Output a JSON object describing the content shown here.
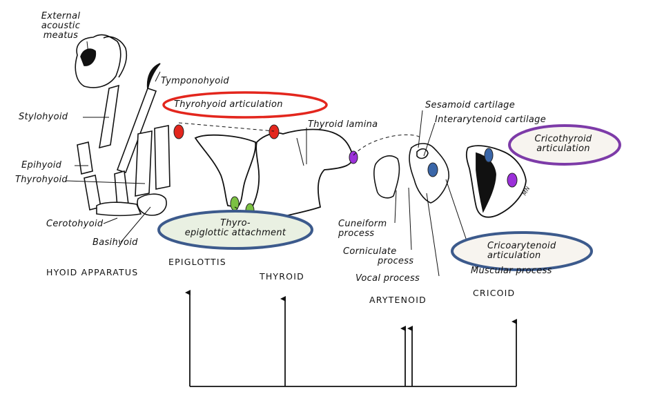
{
  "labels": {
    "external_acoustic_meatus": [
      "External",
      "acoustic",
      "meatus"
    ],
    "tymponohyoid": "Tymponohyoid",
    "stylohyoid": "Stylohyoid",
    "epihyoid": "Epihyoid",
    "thyrohyoid": "Thyrohyoid",
    "ceratohyoid": "Cerotohyoid",
    "basihyoid": "Basihyoid",
    "thyroid_lamina": "Thyroid lamina",
    "sesamoid_cartilage": "Sesamoid cartilage",
    "interarytenoid_cartilage": "Interarytenoid cartilage",
    "cuneiform_process": [
      "Cuneiform",
      "process"
    ],
    "corniculate_process": [
      "Corniculate",
      "process"
    ],
    "vocal_process": "Vocal process",
    "muscular_process": "Muscular process",
    "signature": "MN"
  },
  "callouts": {
    "thyrohyoid_articulation": "Thyrohyoid articulation",
    "cricothyroid_articulation": [
      "Cricothyroid",
      "articulation"
    ],
    "thyroepiglottic_attachment": [
      "Thyro-",
      "epiglottic attachment"
    ],
    "cricoarytenoid_articulation": [
      "Cricoarytenoid",
      "articulation"
    ]
  },
  "captions": {
    "hyoid": "HYOID APPARATUS",
    "epiglottis": "EPIGLOTTIS",
    "thyroid": "THYROID",
    "arytenoid": "ARYTENOID",
    "cricoid": "CRICOID"
  },
  "colors": {
    "red": "#e3261d",
    "purple": "#7d3ba8",
    "blue": "#3a66a8",
    "navy": "#3c5a8c",
    "green": "#7cc142",
    "lightgreen": "#e9f0e2",
    "offwhite": "#f7f4ef",
    "ink": "#111111"
  }
}
